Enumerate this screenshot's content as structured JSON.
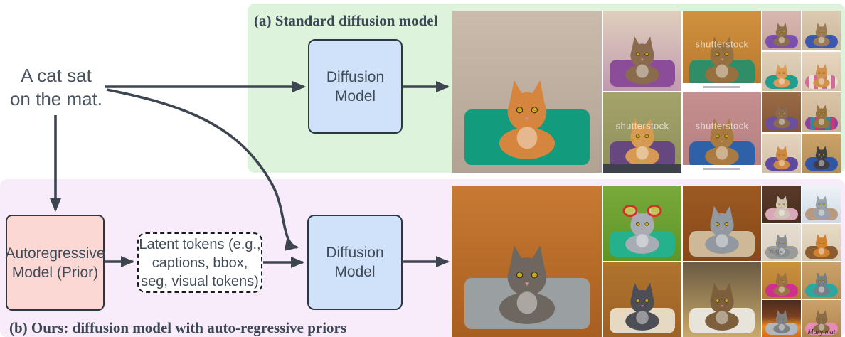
{
  "figure": {
    "panel_a_title": "(a) Standard diffusion model",
    "panel_b_title": "(b) Ours: diffusion model with auto-regressive priors"
  },
  "prompt": {
    "line1": "A cat sat",
    "line2": "on the mat."
  },
  "nodes": {
    "diffusion_top": {
      "line1": "Diffusion",
      "line2": "Model"
    },
    "autoregressive": {
      "line1": "Autoregressive",
      "line2": "Model (Prior)"
    },
    "latent_tokens": {
      "line1": "Latent tokens (e.g.,",
      "line2": "captions, bbox,",
      "line3": "seg, visual tokens)"
    },
    "diffusion_bottom": {
      "line1": "Diffusion",
      "line2": "Model"
    }
  },
  "watermark": "shutterstock",
  "annotations": {
    "mary_mat": "Mary mat",
    "yoga": "Yoga"
  },
  "colors": {
    "panel_a_bg": "#def3db",
    "panel_b_bg": "#f8ecfb",
    "diffusion_box_fill": "#cfe2f9",
    "prior_box_fill": "#fcd8d5",
    "latent_box_fill": "#ffffff",
    "ink": "#3d4551"
  },
  "images": {
    "top": [
      "Photo: orange and white tabby cat sitting on a teal mat on beige carpet",
      "Photo: brown tabby cat sitting on purple and teal mats",
      "Photo: orange and white cat on a purple mat against an olive wall (shutterstock watermark)",
      "Photo: tabby cat on a green mat with purple trim on a wood floor (shutterstock watermark)",
      "Photo: tabby cat sitting on a blue mat against a pink wall (shutterstock watermark)",
      "Photo: tabby cat on a purple mat in a pink room",
      "Photo: orange and white cat on a teal mat",
      "Photo: tabby cat on a purple mat, brown background",
      "Photo: orange cat on a purple mat",
      "Photo: tabby and white cat on a blue mat",
      "Photo: orange and white cat on a pink striped mat",
      "Photo: tabby cat on a colorful striped mat",
      "Photo: black and white cat on a blue mat"
    ],
    "bottom": [
      "Photo: gray tabby cat with green eyes lying on a gray mat on a wood floor",
      "Illustration: cartoon gray cat with red glasses sitting on a teal mat in grass with yellow flowers",
      "Photo: dark gray cat sitting on a cream patterned rug",
      "Photo: long-haired gray cat lying on a tan carpet",
      "Photo: brown tabby cat lying on a white rug on a wood floor",
      "Photo: cream cat sitting on a pink rug in a dark room",
      "Photo: gray cat sitting on a gray yoga mat",
      "Photo: tabby cat on a magenta mat on a wood floor",
      "Photo: gray cat in front of a fireplace with autumn leaves",
      "Photo: gray and white cat sitting by a snowy window",
      "Photo: orange cat on a brown mat beside a potted plant",
      "Photo: gray cat sitting on a teal mat",
      "Photo: tabby cat on a pink mat labelled Mary mat"
    ]
  }
}
